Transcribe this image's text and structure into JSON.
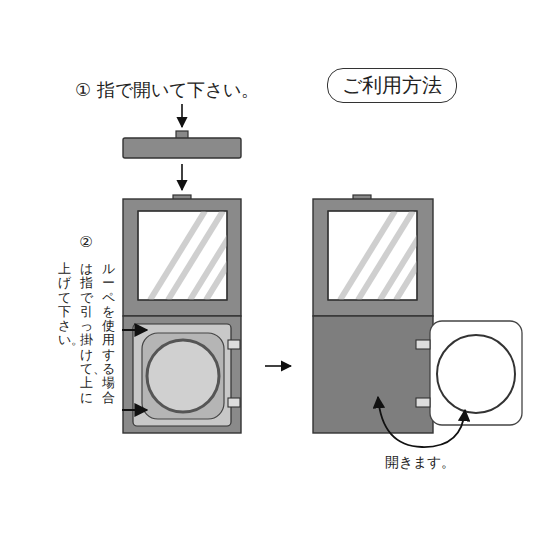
{
  "diagram": {
    "nodes": [
      {
        "text": [
          "ご利用方法"
        ]
      }
    ],
    "labels": [
      "① 指で開いて下さい。",
      "②",
      "ルーペを使用する場合",
      "は指で引っ掛けて、上に",
      "上げて下さい。",
      "開きます。"
    ]
  }
}
